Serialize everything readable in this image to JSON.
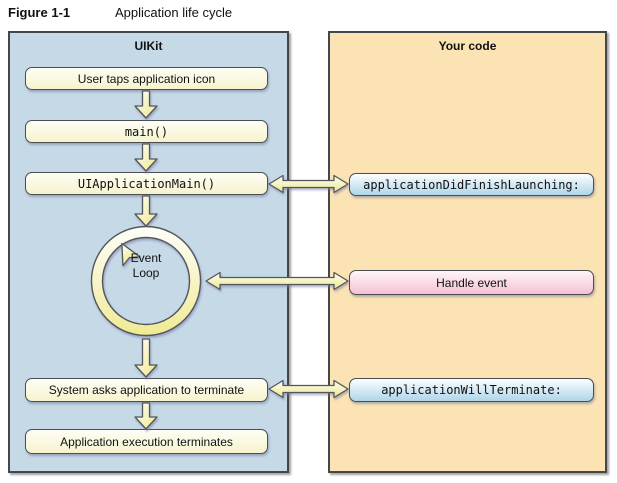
{
  "figure": {
    "label": "Figure 1-1",
    "title": "Application life cycle"
  },
  "panels": {
    "uikit": {
      "title": "UIKit",
      "bg": "#c6d9e7"
    },
    "your_code": {
      "title": "Your code",
      "bg": "#fbe3b3"
    }
  },
  "uikit_nodes": {
    "user_taps": "User taps application icon",
    "main": "main()",
    "ui_application_main": "UIApplicationMain()",
    "event_loop_line1": "Event",
    "event_loop_line2": "Loop",
    "system_asks": "System asks application to terminate",
    "app_terminates": "Application execution terminates"
  },
  "your_code_nodes": {
    "did_finish_launching": "applicationDidFinishLaunching:",
    "handle_event": "Handle event",
    "will_terminate": "applicationWillTerminate:"
  },
  "colors": {
    "panel_blue": "#c6d9e7",
    "panel_tan": "#fbe3b3",
    "box_cream": "#f6f3cd",
    "box_blue": "#aed6ea",
    "box_pink": "#f6c0d4",
    "arrow_yellow": "#ede88e",
    "outline": "#4a4e52"
  }
}
